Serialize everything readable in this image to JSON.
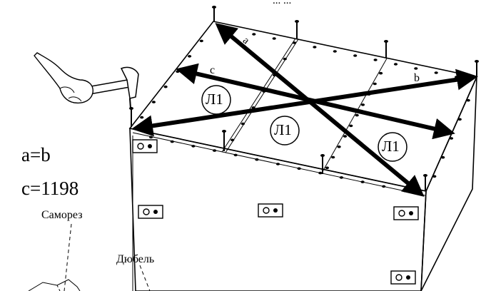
{
  "diagram": {
    "top_caption": "... ...",
    "formulas": {
      "a_equals_b": "a=b",
      "c_value": "c=1198"
    },
    "callouts": {
      "screw": "Саморез",
      "dowel": "Дюбель"
    },
    "panel_labels": [
      "Л1",
      "Л1",
      "Л1"
    ],
    "diagonal_labels": {
      "a": "a",
      "b": "b",
      "c": "c"
    },
    "colors": {
      "ink": "#000000",
      "background": "#ffffff"
    },
    "icons": [
      "hammer-icon",
      "hand-icon",
      "nail-icon"
    ]
  }
}
